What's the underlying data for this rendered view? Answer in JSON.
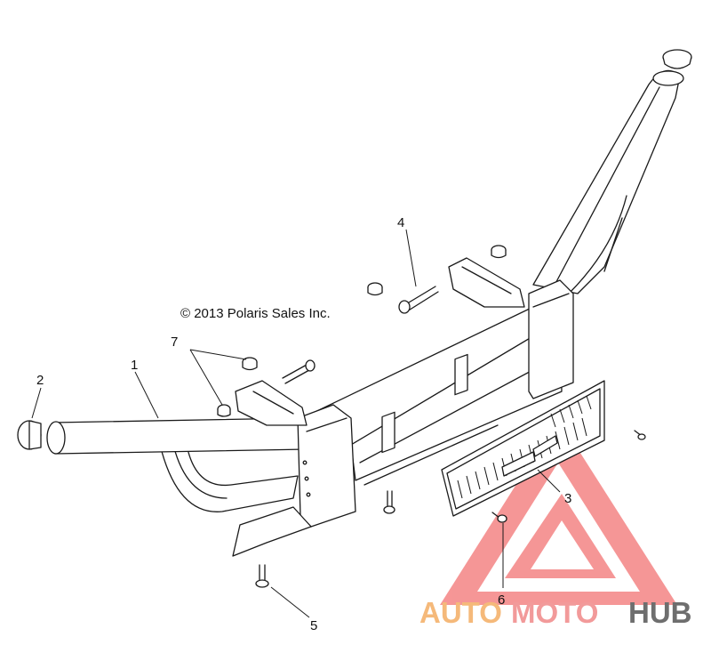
{
  "copyright": "© 2013 Polaris Sales Inc.",
  "callouts": {
    "c1": "1",
    "c2": "2",
    "c3": "3",
    "c4": "4",
    "c5": "5",
    "c6": "6",
    "c7": "7"
  },
  "watermark": {
    "part1": "AUTO",
    "part2": "MOTO",
    "part3": "HUB",
    "color_auto": "#f5b97a",
    "color_moto": "#f29a9a",
    "color_hub": "#6e6e6e",
    "triangle_color": "#f26a6a"
  }
}
